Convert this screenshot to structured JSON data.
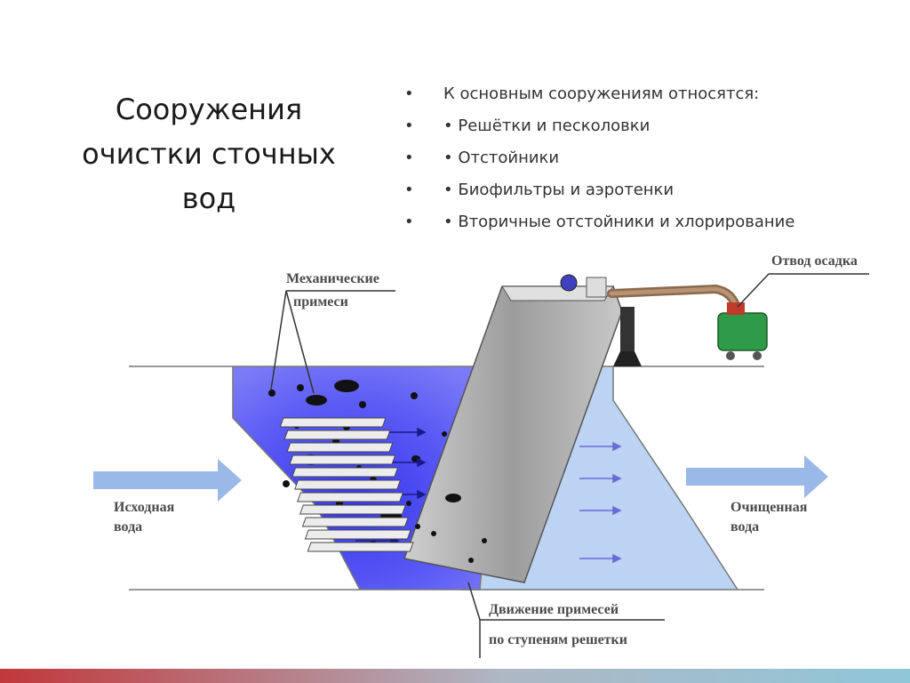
{
  "slide": {
    "title_lines": [
      "Сооружения",
      "очистки сточных",
      "вод"
    ],
    "bullet_symbol": "•",
    "bullets": [
      "К основным сооружениям относятся:",
      "• Решётки и песколовки",
      "• Отстойники",
      "• Биофильтры и аэротенки",
      "• Вторичные отстойники и хлорирование"
    ]
  },
  "diagram": {
    "labels": {
      "mech_line1": "Механические",
      "mech_line2": "примеси",
      "sludge": "Отвод осадка",
      "inlet_line1": "Исходная",
      "inlet_line2": "вода",
      "outlet_line1": "Очищенная",
      "outlet_line2": "вода",
      "movement_line1": "Движение примесей",
      "movement_line2": "по ступеням решетки"
    }
  },
  "colors": {
    "dirty_water": "#4b4bf5",
    "clean_water": "#bcd3f3",
    "arrow": "#9ab8e8",
    "grate": "#b5b5b5",
    "container": "#2f9a4a",
    "footer_left": "#c1373a",
    "footer_right": "#8fc7d8"
  }
}
